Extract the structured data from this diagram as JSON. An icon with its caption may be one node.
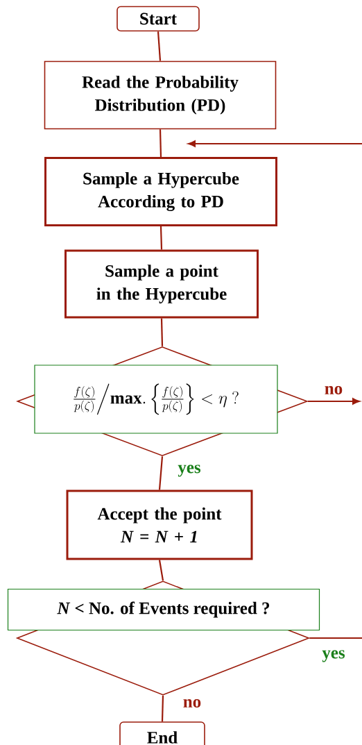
{
  "diagram": {
    "nodes": [
      {
        "text": [
          "Start"
        ]
      },
      {
        "text": [
          "Read the Probability Distribution (PD)"
        ]
      },
      {
        "text": [
          "Sample a Hypercube According to PD"
        ]
      },
      {
        "text": [
          "Sample a point in the Hypercube"
        ]
      },
      {
        "text": [
          "\\frac{f(\\zeta)}{p(\\zeta)}\\Big/\\mathbf{max.}\\left\\{\\frac{f(\\zeta)}{p(\\zeta)}\\right\\}<\\eta\\ ?"
        ]
      },
      {
        "text": [
          "Accept the point *N* = *N* + *1*"
        ]
      },
      {
        "text": [
          "*N*  <  No. of Events required ?"
        ]
      },
      {
        "text": [
          "End"
        ]
      }
    ],
    "edges": [
      {
        "from": 0,
        "to": 1,
        "arrow": "none"
      },
      {
        "from": 1,
        "to": 2,
        "arrow": "none"
      },
      {
        "from": 2,
        "to": 3,
        "arrow": "none"
      },
      {
        "from": 3,
        "to": 4,
        "arrow": "none"
      },
      {
        "from": 4,
        "to": 5,
        "arrow": "none",
        "label": "yes"
      },
      {
        "from": 4,
        "to": null,
        "arrow": "to",
        "label": "no"
      },
      {
        "from": 5,
        "to": 6,
        "arrow": "none"
      },
      {
        "from": 6,
        "to": 7,
        "arrow": "none",
        "label": "no"
      },
      {
        "from": 6,
        "to": null,
        "arrow": "none",
        "label": "yes"
      },
      {
        "from": null,
        "to": 2,
        "arrow": "to"
      }
    ]
  }
}
